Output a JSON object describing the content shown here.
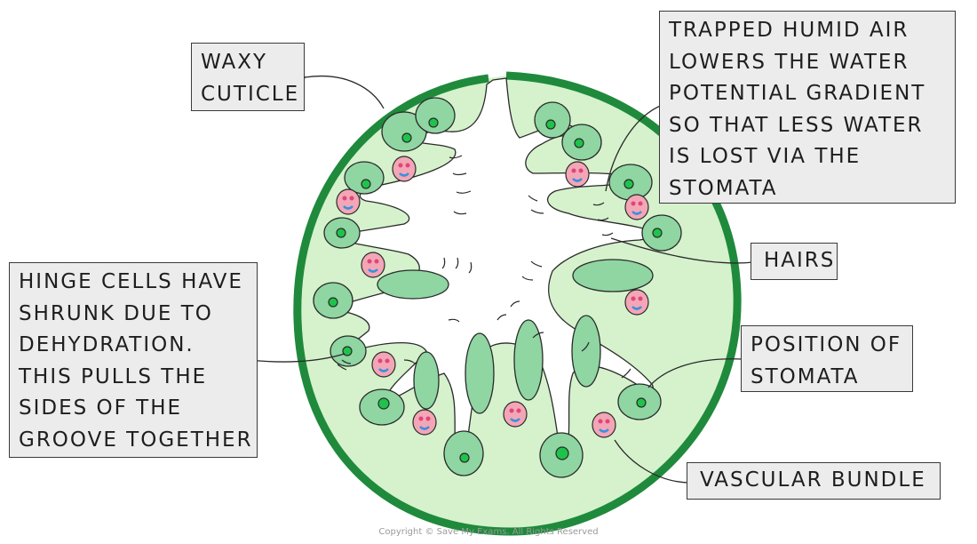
{
  "labels": {
    "waxy_cuticle": "WAXY\nCUTICLE",
    "trapped_air": "TRAPPED HUMID AIR\nLOWERS THE WATER\nPOTENTIAL GRADIENT\nSO THAT LESS WATER\nIS LOST VIA THE\nSTOMATA",
    "hinge_cells": "HINGE CELLS HAVE\nSHRUNK DUE TO\nDEHYDRATION.\nTHIS PULLS THE\nSIDES OF THE\nGROOVE TOGETHER",
    "hairs": "HAIRS",
    "stomata": "POSITION OF\nSTOMATA",
    "vascular_bundle": "VASCULAR BUNDLE"
  },
  "copyright": "Copyright © Save My Exams. All Rights Reserved",
  "colors": {
    "cuticle": "#1f8a3c",
    "mesophyll": "#d5f2cc",
    "cell_group": "#8fd6a2",
    "stoma": "#1fc24a",
    "vascular": "#f3a6b6",
    "xylem": "#e0457a",
    "phloem": "#3a8fe0",
    "box_fill": "#ececec"
  }
}
